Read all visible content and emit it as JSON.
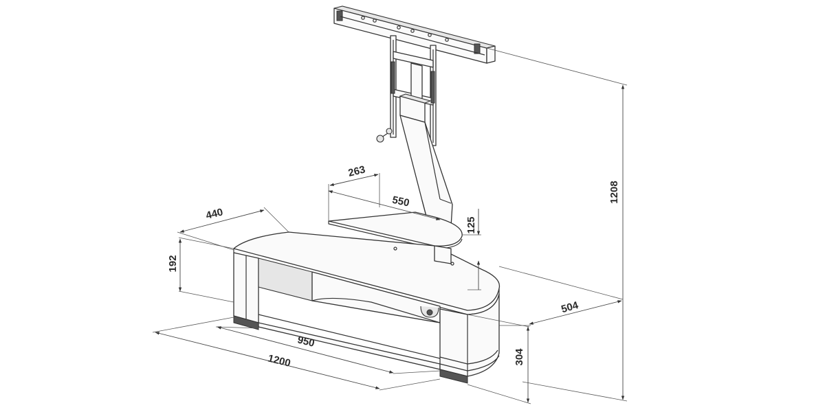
{
  "diagram": {
    "dimensions": {
      "overall_height": "1208",
      "depth_base": "504",
      "base_height": "304",
      "total_width": "1200",
      "inner_width": "950",
      "base_depth": "440",
      "side_height": "192",
      "shelf_depth": "263",
      "shelf_width": "550",
      "shelf_height": "125"
    }
  }
}
